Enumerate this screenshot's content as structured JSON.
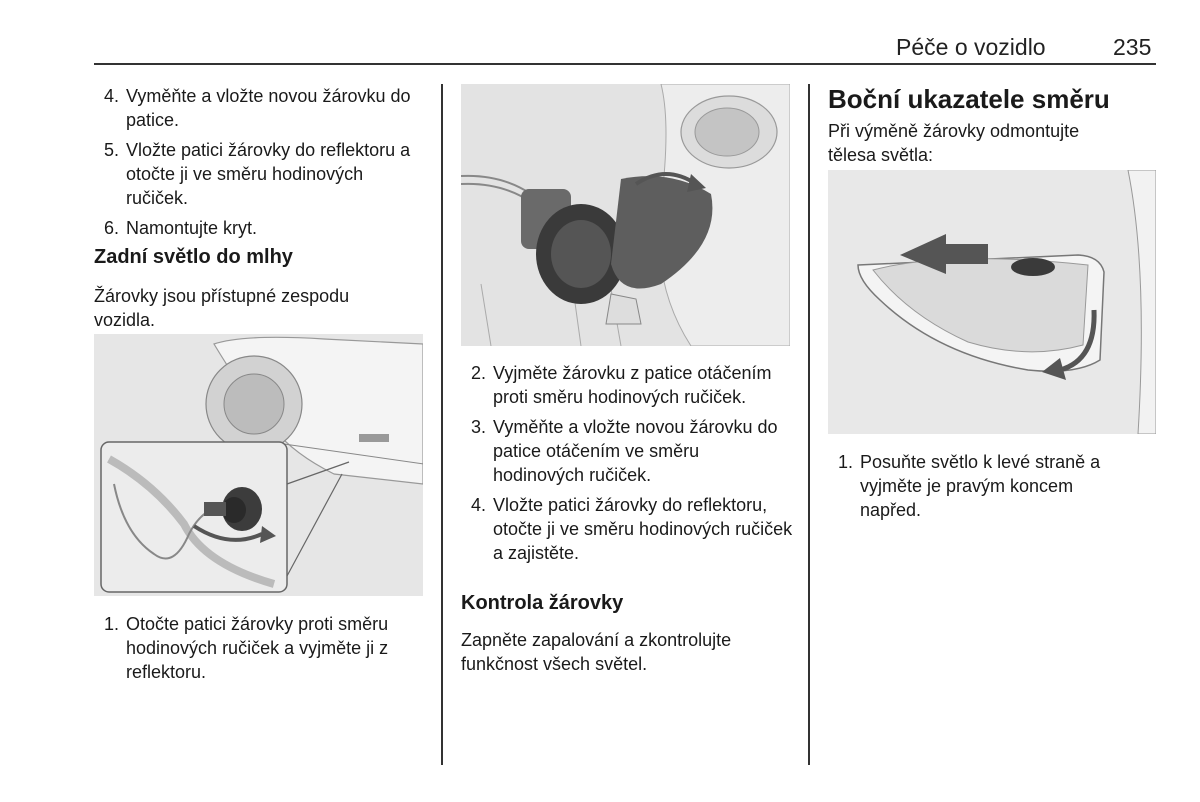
{
  "header": {
    "title": "Péče o vozidlo",
    "page_number": "235"
  },
  "col1": {
    "list_top": [
      {
        "num": "4.",
        "text": "Vyměňte a vložte novou žárovku do patice."
      },
      {
        "num": "5.",
        "text": "Vložte patici žárovky do reflektoru a otočte ji ve směru hodinových ručiček."
      },
      {
        "num": "6.",
        "text": "Namontujte kryt."
      }
    ],
    "heading": "Zadní světlo do mlhy",
    "paragraph": "Žárovky jsou přístupné zespodu vozidla.",
    "list_bottom": [
      {
        "num": "1.",
        "text": "Otočte patici žárovky proti směru hodinových ručiček a vyjměte ji z reflektoru."
      }
    ]
  },
  "col2": {
    "list": [
      {
        "num": "2.",
        "text": "Vyjměte žárovku z patice otáčením proti směru hodinových ručiček."
      },
      {
        "num": "3.",
        "text": "Vyměňte a vložte novou žárovku do patice otáčením ve směru hodinových ručiček."
      },
      {
        "num": "4.",
        "text": "Vložte patici žárovky do reflektoru, otočte ji ve směru hodinových ručiček a zajistěte."
      }
    ],
    "heading": "Kontrola žárovky",
    "paragraph": "Zapněte zapalování a zkontrolujte funkčnost všech světel."
  },
  "col3": {
    "heading": "Boční ukazatele směru",
    "paragraph": "Při výměně žárovky odmontujte tělesa světla:",
    "list": [
      {
        "num": "1.",
        "text": "Posuňte světlo k levé straně a vyjměte je pravým koncem napřed."
      }
    ]
  },
  "colors": {
    "rule": "#333333",
    "figure_bg": "#e9e9e9",
    "arrow": "#4a4a4a"
  }
}
